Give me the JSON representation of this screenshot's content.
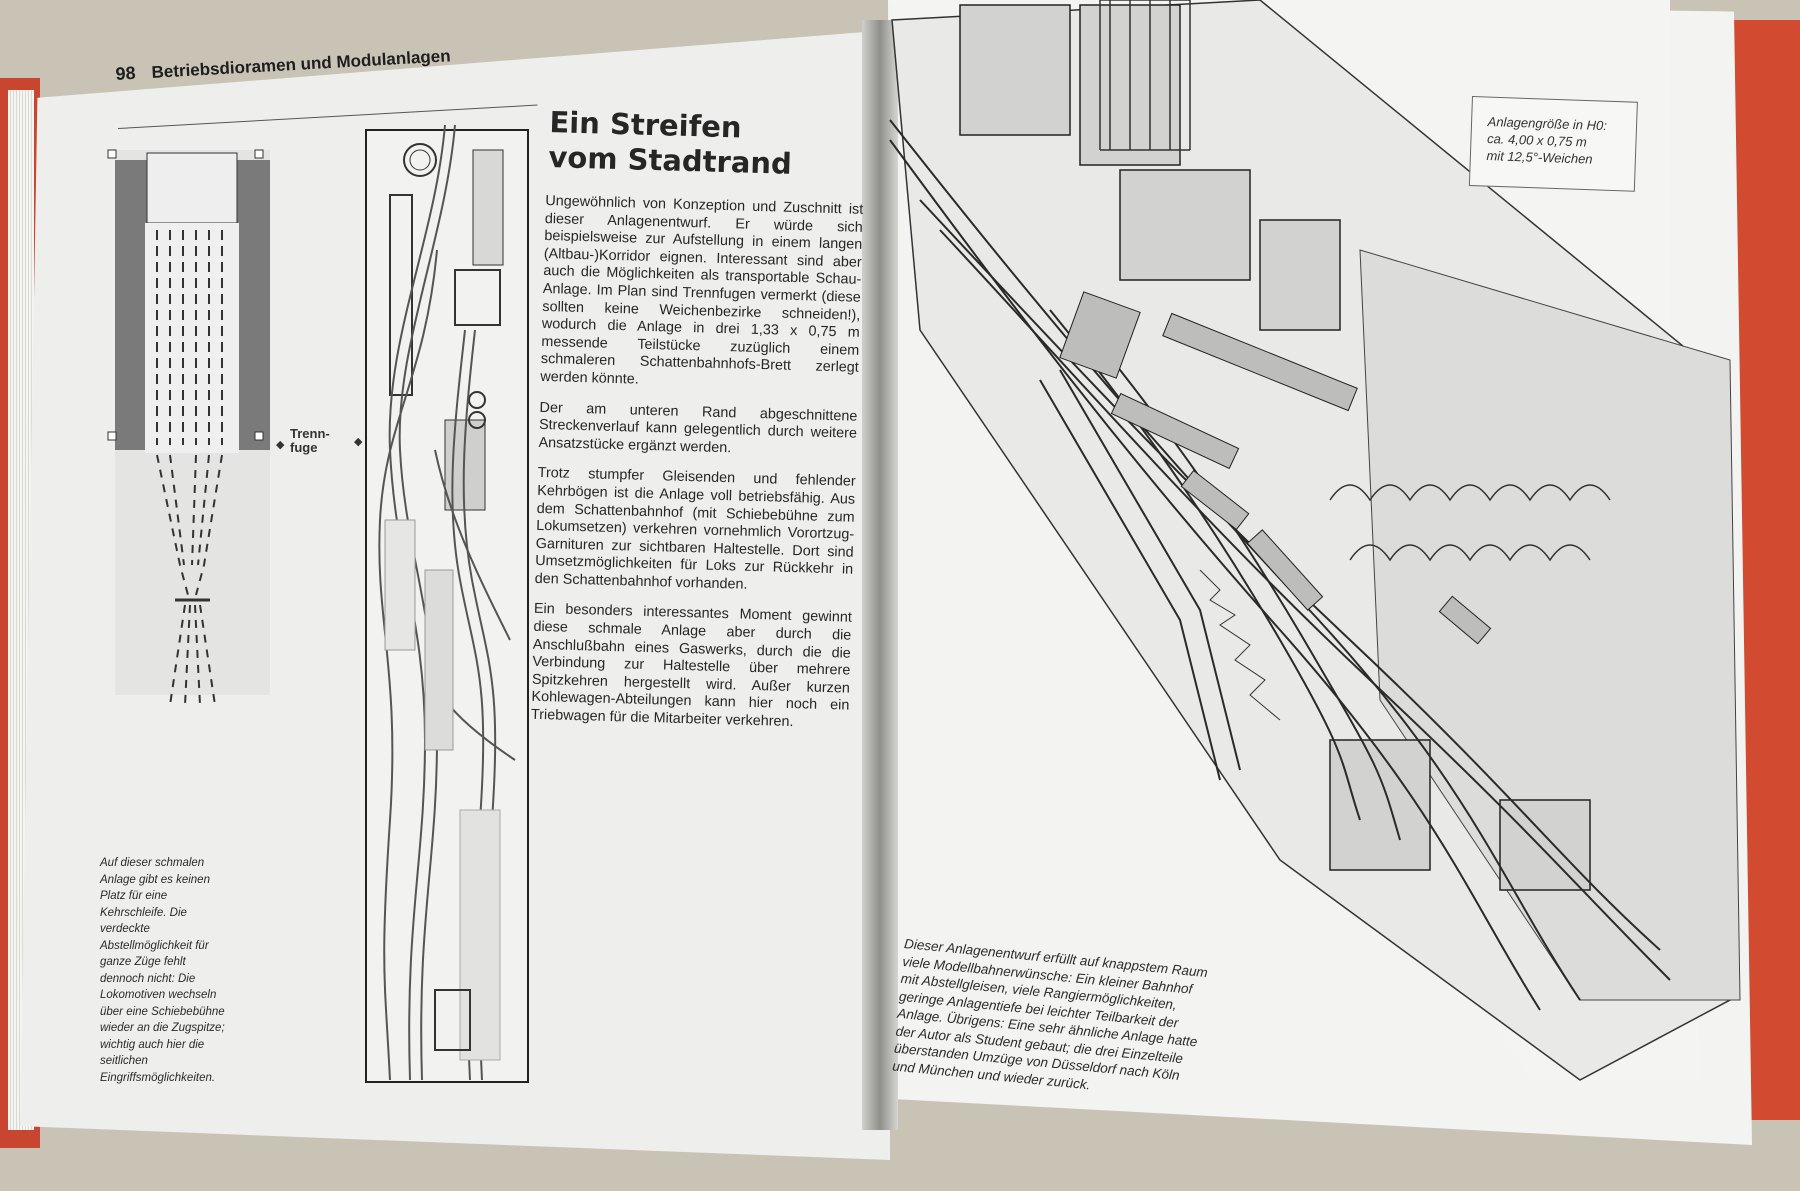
{
  "header": {
    "page_number": "98",
    "chapter_title": "Betriebsdioramen und Modulanlagen"
  },
  "left_page": {
    "separator_label": "Trenn-\nfuge",
    "caption": "Auf dieser schmalen Anlage gibt es keinen Platz für eine Kehrschleife. Die verdeckte Abstellmöglichkeit für ganze Züge fehlt dennoch nicht: Die Lokomotiven wechseln über eine Schiebebühne wieder an die Zugspitze; wichtig auch hier die seitlichen Eingriffsmöglichkeiten."
  },
  "article": {
    "title_line1": "Ein Streifen",
    "title_line2": "vom Stadtrand",
    "paragraphs": [
      "Ungewöhnlich von Konzeption und Zuschnitt ist dieser Anlagenentwurf. Er würde sich beispielsweise zur Aufstellung in einem langen (Altbau-)Korridor eignen. Interessant sind aber auch die Möglichkeiten als transportable Schau-Anlage. Im Plan sind Trennfugen vermerkt (diese sollten keine Weichenbezirke schneiden!), wodurch die Anlage in drei 1,33 x 0,75 m messende Teilstücke zuzüglich einem schmaleren Schattenbahnhofs-Brett zerlegt werden könnte.",
      "Der am unteren Rand abgeschnittene Streckenverlauf kann gelegentlich durch weitere Ansatzstücke ergänzt werden.",
      "Trotz stumpfer Gleisenden und fehlender Kehrbögen ist die Anlage voll betriebsfähig. Aus dem Schattenbahnhof (mit Schiebebühne zum Lokumsetzen) verkehren vornehmlich Vorortzug-Garnituren zur sichtbaren Haltestelle. Dort sind Umsetzmöglichkeiten für Loks zur Rückkehr in den Schattenbahnhof vorhanden.",
      "Ein besonders interessantes Moment gewinnt diese schmale Anlage aber durch die Anschlußbahn eines Gaswerks, durch die die Verbindung zur Haltestelle über mehrere Spitzkehren hergestellt wird. Außer kurzen Kohlewagen-Abteilungen kann hier noch ein Triebwagen für die Mitarbeiter verkehren."
    ]
  },
  "right_page": {
    "size_box": {
      "line1": "Anlagengröße in H0:",
      "line2": "ca. 4,00 x 0,75 m",
      "line3": "mit 12,5°-Weichen"
    },
    "caption": "Dieser Anlagenentwurf erfüllt auf knappstem Raum viele Modellbahnerwünsche: Ein kleiner Bahnhof mit Abstellgleisen, viele Rangiermöglichkeiten, geringe Anlagentiefe bei leichter Teilbarkeit der Anlage. Übrigens: Eine sehr ähnliche Anlage hatte der Autor als Student gebaut; die drei Einzelteile überstanden Umzüge von Düsseldorf nach Köln und München und wieder zurück."
  },
  "colors": {
    "cover": "#d24a30",
    "paper": "#f0f0ee",
    "ink": "#262626"
  }
}
